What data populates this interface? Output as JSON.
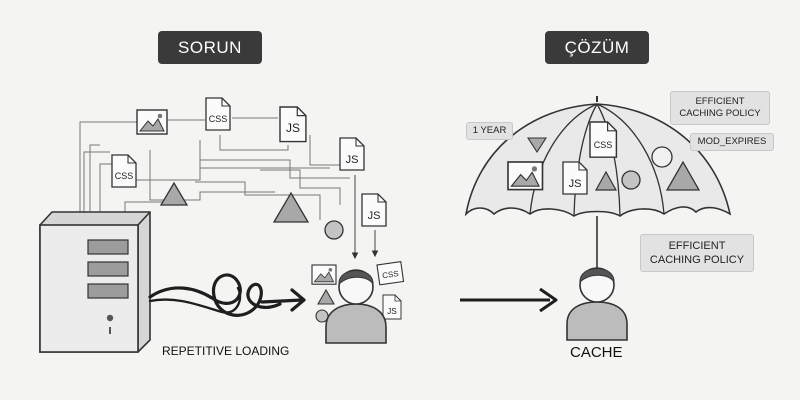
{
  "left_panel": {
    "heading": "SORUN",
    "files": {
      "css_a": "CSS",
      "css_b": "CSS",
      "js_a": "JS",
      "js_b": "JS",
      "js_c": "JS",
      "css_small": "CSS",
      "js_small": "JS"
    },
    "arrow_caption": "REPETITIVE LOADING"
  },
  "right_panel": {
    "heading": "ÇÖZÜM",
    "umbrella_files": {
      "css": "CSS",
      "js": "JS"
    },
    "tags": {
      "one_year": "1 YEAR",
      "policy_top_line1": "EFFICIENT",
      "policy_top_line2": "CACHING POLICY",
      "mod_expires": "MOD_EXPIRES",
      "policy_bottom_line1": "EFFICIENT",
      "policy_bottom_line2": "CACHING POLICY"
    },
    "user_caption": "CACHE"
  },
  "icons": [
    "server-icon",
    "image-icon",
    "document-icon",
    "triangle-icon",
    "circle-icon",
    "user-icon",
    "umbrella-icon",
    "arrow-right-icon",
    "squiggle-icon"
  ],
  "colors": {
    "background": "#f4f4f2",
    "heading_pill": "#3a3a3a",
    "stroke": "#333333",
    "fill_grey": "#bcbcbc",
    "tag_fill": "#e2e2e2"
  }
}
